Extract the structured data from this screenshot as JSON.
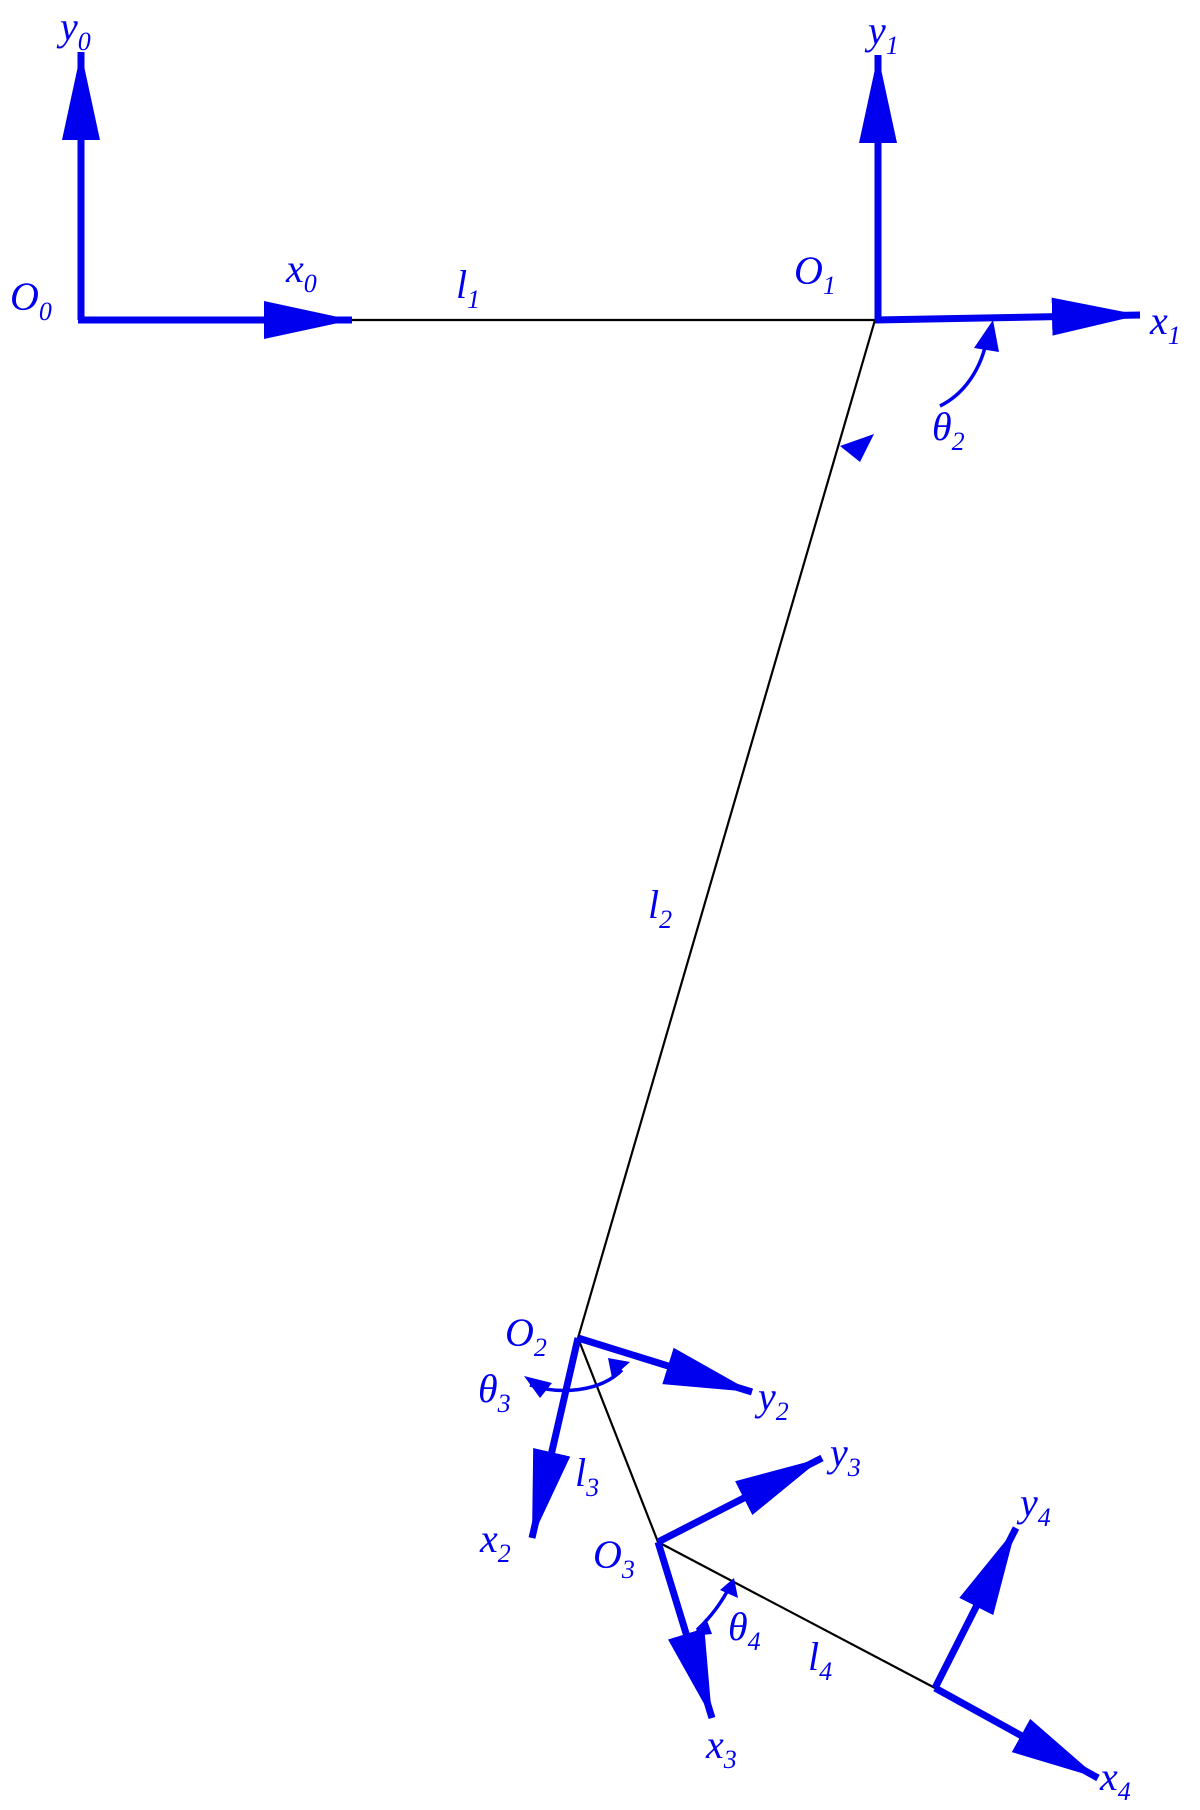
{
  "colors": {
    "frame": "#0000ee",
    "link": "#000000",
    "background": "#ffffff"
  },
  "labels": {
    "O0": {
      "base": "O",
      "sub": "0"
    },
    "x0": {
      "base": "x",
      "sub": "0"
    },
    "y0": {
      "base": "y",
      "sub": "0"
    },
    "l1": {
      "base": "l",
      "sub": "1"
    },
    "O1": {
      "base": "O",
      "sub": "1"
    },
    "x1": {
      "base": "x",
      "sub": "1"
    },
    "y1": {
      "base": "y",
      "sub": "1"
    },
    "theta2": {
      "base": "θ",
      "sub": "2"
    },
    "l2": {
      "base": "l",
      "sub": "2"
    },
    "O2": {
      "base": "O",
      "sub": "2"
    },
    "x2": {
      "base": "x",
      "sub": "2"
    },
    "y2": {
      "base": "y",
      "sub": "2"
    },
    "theta3": {
      "base": "θ",
      "sub": "3"
    },
    "l3": {
      "base": "l",
      "sub": "3"
    },
    "O3": {
      "base": "O",
      "sub": "3"
    },
    "x3": {
      "base": "x",
      "sub": "3"
    },
    "y3": {
      "base": "y",
      "sub": "3"
    },
    "theta4": {
      "base": "θ",
      "sub": "4"
    },
    "l4": {
      "base": "l",
      "sub": "4"
    },
    "x4": {
      "base": "x",
      "sub": "4"
    },
    "y4": {
      "base": "y",
      "sub": "4"
    }
  }
}
